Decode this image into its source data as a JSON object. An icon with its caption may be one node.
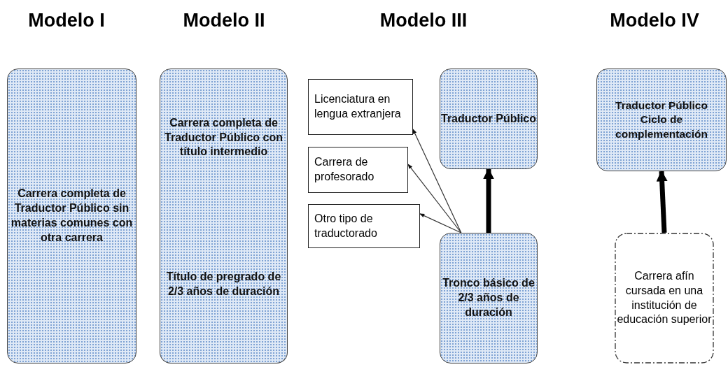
{
  "diagram": {
    "nodes": [
      {
        "text": [
          "Carrera completa de Traductor Público sin materias comunes con otra carrera"
        ]
      },
      {
        "text": [
          "Carrera completa de Traductor Público con título intermedio"
        ]
      },
      {
        "text": [
          "Título de pregrado de 2/3 años de duración"
        ]
      },
      {
        "text": [
          "Licenciatura en lengua extranjera"
        ]
      },
      {
        "text": [
          "Carrera de profesorado"
        ]
      },
      {
        "text": [
          "Otro tipo de traductorado"
        ]
      },
      {
        "text": [
          "Traductor Público"
        ]
      },
      {
        "text": [
          "Tronco básico de 2/3 años de duración"
        ]
      },
      {
        "text": [
          "Traductor Público",
          "Ciclo de complementación"
        ]
      },
      {
        "text": [
          "Carrera afín cursada en una institución de educación superior"
        ]
      }
    ],
    "edges": [
      {
        "from": 7,
        "to": 3,
        "arrow": "to"
      },
      {
        "from": 7,
        "to": 4,
        "arrow": "to"
      },
      {
        "from": 7,
        "to": 5,
        "arrow": "to"
      },
      {
        "from": 7,
        "to": 6,
        "arrow": "to",
        "style": "thick"
      },
      {
        "from": 9,
        "to": 8,
        "arrow": "to",
        "style": "thick"
      }
    ],
    "labels": [
      "Modelo I",
      "Modelo II",
      "Modelo III",
      "Modelo IV"
    ]
  }
}
